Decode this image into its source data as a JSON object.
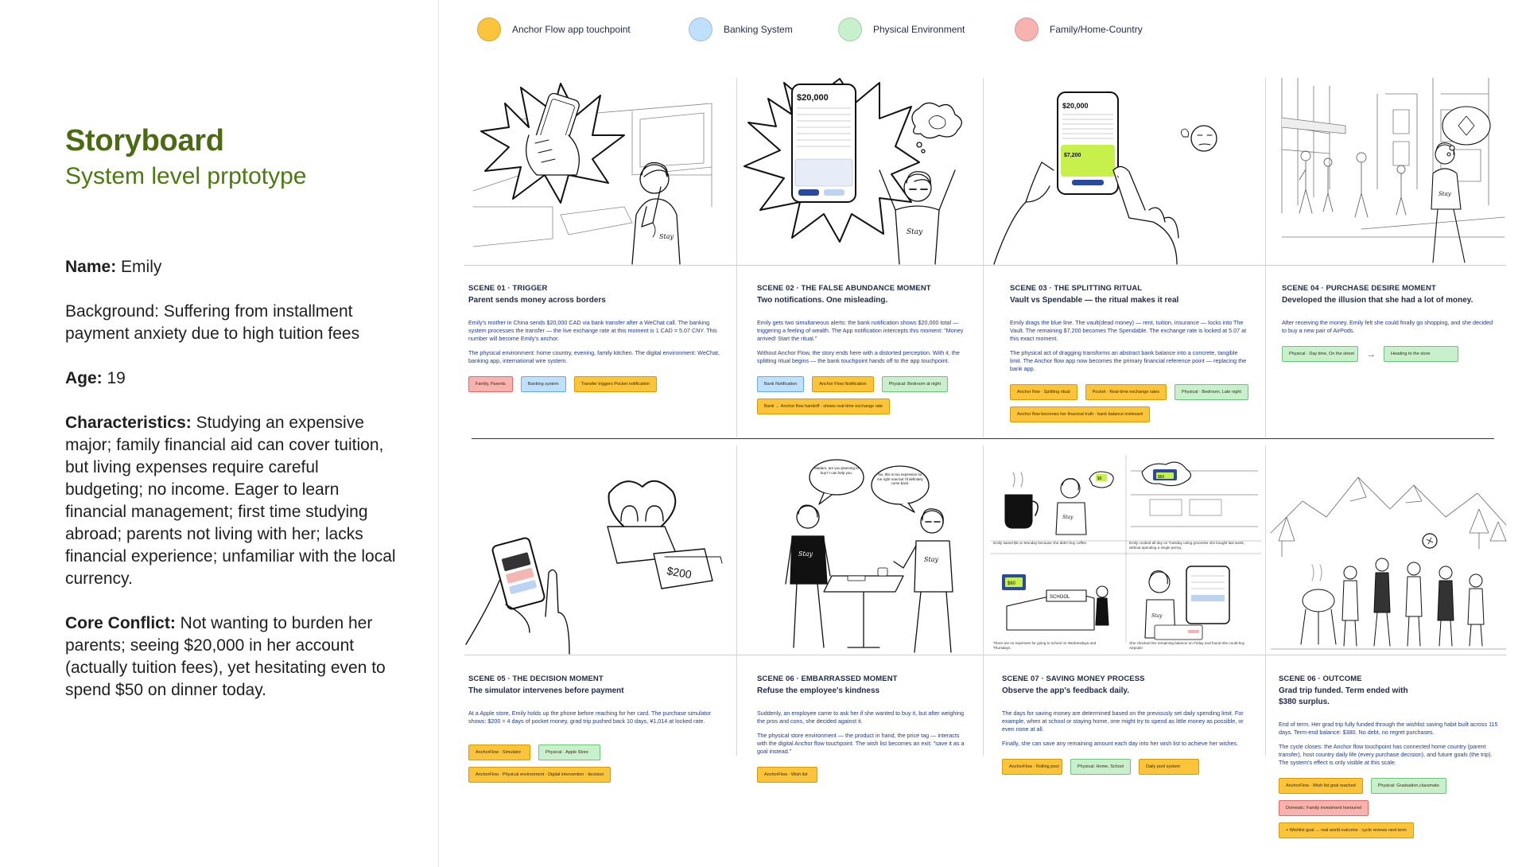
{
  "persona": {
    "title": "Storyboard",
    "subtitle": "System level prptotype",
    "name_label": "Name:",
    "name_value": " Emily",
    "background_label": "Background:",
    "background_value": " Suffering from installment payment anxiety due to high tuition fees",
    "age_label": "Age:",
    "age_value": " 19",
    "characteristics_label": "Characteristics:",
    "characteristics_value": " Studying an expensive major; family financial aid can cover tuition, but living expenses require careful budgeting; no income. Eager to learn financial management; first time studying abroad; parents not living with her; lacks financial experience; unfamiliar with the local currency.",
    "conflict_label": "Core Conflict:",
    "conflict_value": " Not wanting to burden her parents; seeing $20,000 in her account (actually tuition fees), yet hesitating even to spend $50 on dinner today."
  },
  "legend": [
    {
      "label": "Anchor Flow app touchpoint",
      "color": "#fbc43a"
    },
    {
      "label": "Banking System",
      "color": "#bfe0fb"
    },
    {
      "label": "Physical Environment",
      "color": "#c9f0cd"
    },
    {
      "label": "Family/Home-Country",
      "color": "#f8b3b0"
    }
  ],
  "scenes": [
    {
      "num": "SCENE 01 · TRIGGER",
      "head": "Parent sends money across borders",
      "body": [
        "Emily's mother in China sends $20,000 CAD via bank transfer after a WeChat call. The banking system processes the transfer — the live exchange rate at this moment is 1 CAD = 5.07 CNY. This number will become Emily's anchor.",
        "The physical environment: home country, evening, family kitchen. The digital environment: WeChat, banking app, international wire system."
      ],
      "tags": [
        {
          "text": "Family, Parents",
          "type": "family"
        },
        {
          "text": "Banking system",
          "type": "bank"
        },
        {
          "text": "Transfer triggers Pocket notification",
          "type": "anchor"
        }
      ]
    },
    {
      "num": "SCENE 02 · THE FALSE ABUNDANCE MOMENT",
      "head": "Two notifications. One misleading.",
      "body": [
        "Emily gets two simultaneous alerts: the bank notification shows $20,000 total — triggering a feeling of wealth. The App notification intercepts this moment: \"Money arrived! Start the ritual.\"",
        "Without Anchor Flow, the story ends here with a distorted perception. With it, the splitting ritual begins — the bank touchpoint hands off to the app touchpoint."
      ],
      "tags": [
        {
          "text": "Bank Notification",
          "type": "bank"
        },
        {
          "text": "Anchor Flow Notification",
          "type": "anchor"
        },
        {
          "text": "Physical: Bedroom at night",
          "type": "physical"
        },
        {
          "text": "Bank → Anchor flow handoff · shows real-time exchange rate",
          "type": "anchor"
        }
      ]
    },
    {
      "num": "SCENE 03 · THE SPLITTING RITUAL",
      "head": "Vault vs Spendable — the ritual makes it real",
      "body": [
        "Emily drags the blue line. The vault(dead money) — rent, tuition, insurance — locks into The Vault. The remaining $7,200 becomes The Spendable. The exchange rate is locked at 5.07 at this exact moment.",
        "The physical act of dragging transforms an abstract bank balance into a concrete, tangible limit. The Anchor flow app now becomes the primary financial reference point — replacing the bank app."
      ],
      "tags": [
        {
          "text": "Anchor flow · Splitting ritual",
          "type": "anchor"
        },
        {
          "text": "Pocket · Real-time exchange rates",
          "type": "anchor"
        },
        {
          "text": "Physical · Bedroom, Late night",
          "type": "physical"
        },
        {
          "text": "Anchor flow becomes her financial truth · bank balance irrelevant",
          "type": "anchor"
        }
      ]
    },
    {
      "num": "SCENE 04 · PURCHASE DESIRE MOMENT",
      "head": "Developed the illusion that she had a lot of money.",
      "body": [
        "After receiving the money, Emily felt she could finally go shopping, and she decided to buy a new pair of AirPods."
      ],
      "tags": [
        {
          "text": "Physical · Day time, On the street",
          "type": "physical"
        },
        {
          "text": "Heading to the store",
          "type": "physical"
        }
      ]
    },
    {
      "num": "SCENE 05 · THE DECISION MOMENT",
      "head": "The simulator intervenes before payment",
      "body": [
        "At a Apple store, Emily holds up the phone before reaching for her card. The purchase simulator shows: $200 = 4 days of pocket money, grad trip pushed back 10 days, ¥1,014 at locked rate."
      ],
      "tags": [
        {
          "text": "AnchorFlow · Simulator",
          "type": "anchor"
        },
        {
          "text": "Physical · Apple Store",
          "type": "physical"
        },
        {
          "text": "AnchorFlow · Physical environment · Digital intervention · decision",
          "type": "anchor"
        }
      ]
    },
    {
      "num": "SCENE 06 · EMBARRASSED MOMENT",
      "head": "Refuse the employee's kindness",
      "body": [
        "Suddenly, an employee came to ask her if she wanted to buy it, but after weighing the pros and cons, she decided against it.",
        "The physical store environment — the product in hand, the price tag — interacts with the digital Anchor flow touchpoint. The wish list becomes an exit: \"save it as a goal instead.\""
      ],
      "tags": [
        {
          "text": "AnchorFlow · Wish list",
          "type": "anchor"
        }
      ]
    },
    {
      "num": "SCENE 07 · SAVING MONEY PROCESS",
      "head": "Observe the app's feedback daily.",
      "body": [
        "The days for saving money are determined based on the previously set daily spending limit. For example, when at school or staying home, one might try to spend as little money as possible, or even none at all.",
        "Finally, she can save any remaining amount each day into her wish list to achieve her wishes."
      ],
      "tags": [
        {
          "text": "AnchorFlow · Rolling pool",
          "type": "anchor"
        },
        {
          "text": "Physical: Home, School",
          "type": "physical"
        },
        {
          "text": "Daily pool system",
          "type": "anchor"
        }
      ],
      "captions": [
        "Emily saved $6 on Monday because she didn't buy coffee.",
        "Emily cooked all day on Tuesday using groceries she bought last week, without spending a single penny.",
        "There are no expenses for going to school on Wednesdays and Thursdays.",
        "She checked her remaining balance on Friday and found she could buy Airpods!"
      ]
    },
    {
      "num": "SCENE 06 · OUTCOME",
      "head": "Grad trip funded. Term ended with $380 surplus.",
      "body": [
        "End of term. Her grad trip fully funded through the wishlist saving habit built across 115 days. Term-end balance: $380. No debt, no regret purchases.",
        "The cycle closes: the Anchor flow touchpoint has connected home country (parent transfer), host country daily life (every purchase decision), and future goals (the trip). The system's effect is only visible at this scale."
      ],
      "tags": [
        {
          "text": "AnchorFlow · Wish list goal reached",
          "type": "anchor"
        },
        {
          "text": "Physical: Graduation,classmate",
          "type": "physical"
        },
        {
          "text": "Domestic: Family investment honoured",
          "type": "family"
        },
        {
          "text": "+ Wishlist goal → real world outcome · cycle renews next term",
          "type": "anchor"
        }
      ]
    }
  ],
  "illustrations": {
    "s2_balance": "$20,000",
    "s3_balance": "$20,000",
    "s3_spendable": "$7,200",
    "s5_price": "$200",
    "s6_bubble_left": "Madam, are you planning to buy? I can help you.",
    "s6_bubble_right": "No, this is too expensive for me right now but I'll definitely come back.",
    "s7_amount_a": "$6",
    "s7_amount_b": "$60",
    "s7_amount_c": "$60",
    "s7_school": "SCHOOL"
  }
}
